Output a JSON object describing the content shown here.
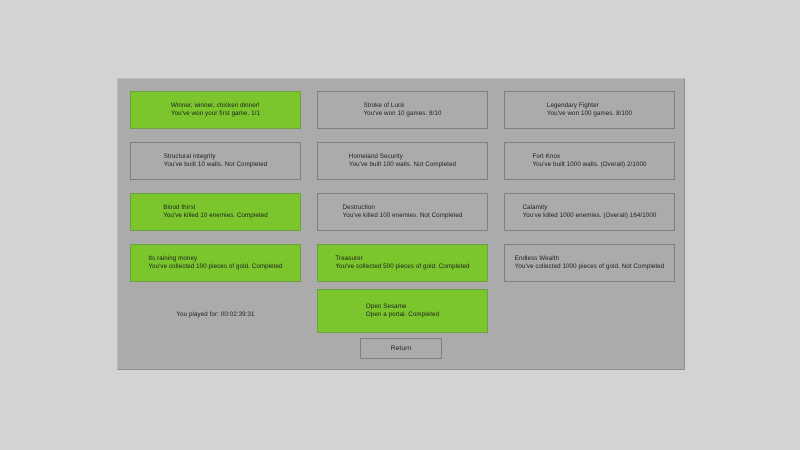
{
  "theme": {
    "page_background": "#d3d3d3",
    "panel_background": "#ababab",
    "completed_color": "#7bc62d",
    "incomplete_border": "#7f7f7f",
    "text_color": "#1c1c1c"
  },
  "panel": {
    "achievements": [
      {
        "name": "winner-winner-chicken-dinner",
        "title": "Winner, winner, chicken dinner!",
        "description": "You've won your first game. 1/1",
        "completed": true,
        "column": 1,
        "row": 1
      },
      {
        "name": "stroke-of-luck",
        "title": "Stroke of Luck",
        "description": "You've won 10 games. 8/10",
        "completed": false,
        "column": 2,
        "row": 1
      },
      {
        "name": "legendary-fighter",
        "title": "Legendary Fighter",
        "description": "You've won 100 games. 8/100",
        "completed": false,
        "column": 3,
        "row": 1
      },
      {
        "name": "structural-integrity",
        "title": "Structural integrity",
        "description": "You've built 10 walls. Not Completed",
        "completed": false,
        "column": 1,
        "row": 2
      },
      {
        "name": "homeland-security",
        "title": "Homeland Security",
        "description": "You've built 100 walls. Not Completed",
        "completed": false,
        "column": 2,
        "row": 2
      },
      {
        "name": "fort-knox",
        "title": "Fort Knox",
        "description": "You've built 1000 walls. (Overall) 2/1000",
        "completed": false,
        "column": 3,
        "row": 2
      },
      {
        "name": "blood-thirst",
        "title": "Blood thirst",
        "description": "You've killed 10 enemies. Completed",
        "completed": true,
        "column": 1,
        "row": 3
      },
      {
        "name": "destruction",
        "title": "Destruction",
        "description": "You've killed 100 enemies. Not Completed",
        "completed": false,
        "column": 2,
        "row": 3
      },
      {
        "name": "calamity",
        "title": "Calamity",
        "description": "You've killed 1000 enemies. (Overall) 164/1000",
        "completed": false,
        "column": 3,
        "row": 3
      },
      {
        "name": "its-raining-money",
        "title": "Its raining money",
        "description": "You've collected 100 pieces of gold. Completed",
        "completed": true,
        "column": 1,
        "row": 4
      },
      {
        "name": "treasurer",
        "title": "Treasurer",
        "description": "You've collected 500 pieces of gold. Completed",
        "completed": true,
        "column": 2,
        "row": 4
      },
      {
        "name": "endless-wealth",
        "title": "Endless Wealth",
        "description": "You've collected 1000 pieces of gold. Not Completed",
        "completed": false,
        "column": 3,
        "row": 4
      }
    ],
    "open_sesame": {
      "name": "open-sesame",
      "title": "Open Sesame",
      "description": "Open a portal. Completed",
      "completed": true
    },
    "playtime": "You played for: 00:02:39:31",
    "return_label": "Return"
  }
}
